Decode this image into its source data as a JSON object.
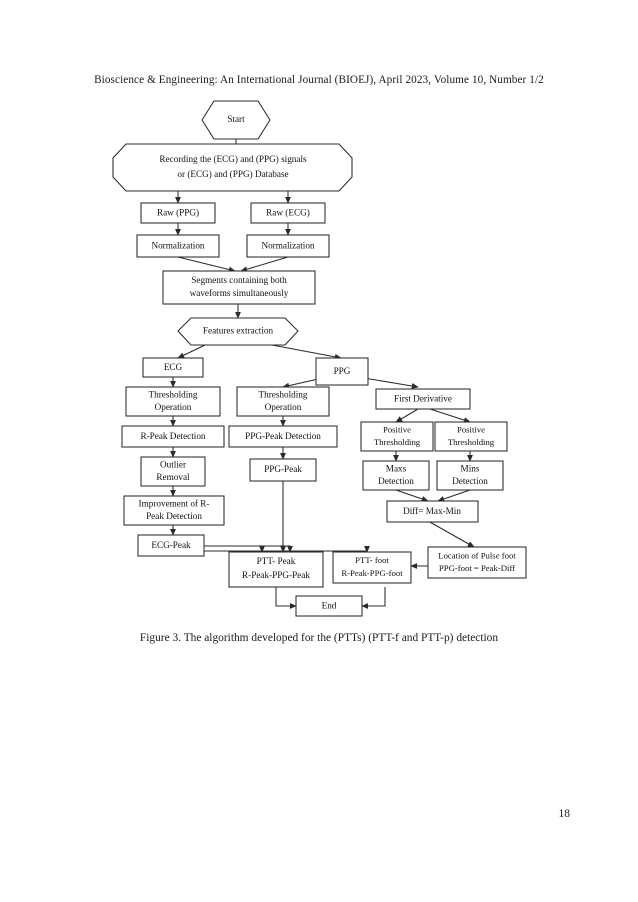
{
  "document": {
    "header": "Bioscience & Engineering: An International Journal (BIOEJ), April 2023, Volume 10, Number 1/2",
    "caption": "Figure 3.  The algorithm developed for the (PTTs) (PTT-f and PTT-p) detection",
    "page_number": "18"
  },
  "figure": {
    "title": "Algorithm developed for the PTTs (PTT-f and PTT-p) detection",
    "type": "flowchart",
    "nodes": [
      {
        "id": "start",
        "shape": "hexagon",
        "lines": [
          "Start"
        ]
      },
      {
        "id": "recording",
        "shape": "octagon",
        "lines": [
          "Recording the (ECG) and (PPG) signals",
          "or (ECG) and  (PPG) Database"
        ]
      },
      {
        "id": "raw_ppg",
        "shape": "rect",
        "lines": [
          "Raw (PPG)"
        ]
      },
      {
        "id": "raw_ecg",
        "shape": "rect",
        "lines": [
          "Raw (ECG)"
        ]
      },
      {
        "id": "norm_ppg",
        "shape": "rect",
        "lines": [
          "Normalization"
        ]
      },
      {
        "id": "norm_ecg",
        "shape": "rect",
        "lines": [
          "Normalization"
        ]
      },
      {
        "id": "segments",
        "shape": "rect",
        "lines": [
          "Segments containing both",
          "waveforms simultaneously"
        ]
      },
      {
        "id": "features",
        "shape": "hexagon",
        "lines": [
          "Features extraction"
        ]
      },
      {
        "id": "ecg",
        "shape": "rect",
        "lines": [
          "ECG"
        ]
      },
      {
        "id": "ppg",
        "shape": "rect",
        "lines": [
          "PPG"
        ]
      },
      {
        "id": "thresh_ecg",
        "shape": "rect",
        "lines": [
          "Thresholding",
          "Operation"
        ]
      },
      {
        "id": "rpeak_det",
        "shape": "rect",
        "lines": [
          "R-Peak Detection"
        ]
      },
      {
        "id": "outlier",
        "shape": "rect",
        "lines": [
          "Outlier",
          "Removal"
        ]
      },
      {
        "id": "improve_r",
        "shape": "rect",
        "lines": [
          "Improvement of R-",
          "Peak Detection"
        ]
      },
      {
        "id": "ecg_peak",
        "shape": "rect",
        "lines": [
          "ECG-Peak"
        ]
      },
      {
        "id": "thresh_ppg",
        "shape": "rect",
        "lines": [
          "Thresholding",
          "Operation"
        ]
      },
      {
        "id": "ppg_peak_det",
        "shape": "rect",
        "lines": [
          "PPG-Peak Detection"
        ]
      },
      {
        "id": "ppg_peak",
        "shape": "rect",
        "lines": [
          "PPG-Peak"
        ]
      },
      {
        "id": "first_deriv",
        "shape": "rect",
        "lines": [
          "First Derivative"
        ]
      },
      {
        "id": "pos_thresh_left",
        "shape": "rect",
        "lines": [
          "Positive",
          "Thresholding"
        ]
      },
      {
        "id": "pos_thresh_right",
        "shape": "rect",
        "lines": [
          "Positive",
          "Thresholding"
        ]
      },
      {
        "id": "maxs_det",
        "shape": "rect",
        "lines": [
          "Maxs",
          "Detection"
        ]
      },
      {
        "id": "mins_det",
        "shape": "rect",
        "lines": [
          "Mins",
          "Detection"
        ]
      },
      {
        "id": "diff",
        "shape": "rect",
        "lines": [
          "Diff= Max-Min"
        ]
      },
      {
        "id": "pulse_foot",
        "shape": "rect",
        "lines": [
          "Location of Pulse foot",
          "PPG-foot = Peak-Diff"
        ]
      },
      {
        "id": "ptt_peak",
        "shape": "rect",
        "lines": [
          "PTT- Peak",
          "R-Peak-PPG-Peak"
        ]
      },
      {
        "id": "ptt_foot",
        "shape": "rect",
        "lines": [
          "PTT- foot",
          "R-Peak-PPG-foot"
        ]
      },
      {
        "id": "end",
        "shape": "rect",
        "lines": [
          "End"
        ]
      }
    ],
    "edges": [
      {
        "from": "start",
        "to": "recording"
      },
      {
        "from": "recording",
        "to": "raw_ppg"
      },
      {
        "from": "recording",
        "to": "raw_ecg"
      },
      {
        "from": "raw_ppg",
        "to": "norm_ppg"
      },
      {
        "from": "raw_ecg",
        "to": "norm_ecg"
      },
      {
        "from": "norm_ppg",
        "to": "segments"
      },
      {
        "from": "norm_ecg",
        "to": "segments"
      },
      {
        "from": "segments",
        "to": "features"
      },
      {
        "from": "features",
        "to": "ecg"
      },
      {
        "from": "features",
        "to": "ppg"
      },
      {
        "from": "ecg",
        "to": "thresh_ecg"
      },
      {
        "from": "thresh_ecg",
        "to": "rpeak_det"
      },
      {
        "from": "rpeak_det",
        "to": "outlier"
      },
      {
        "from": "outlier",
        "to": "improve_r"
      },
      {
        "from": "improve_r",
        "to": "ecg_peak"
      },
      {
        "from": "ppg",
        "to": "thresh_ppg"
      },
      {
        "from": "ppg",
        "to": "first_deriv"
      },
      {
        "from": "thresh_ppg",
        "to": "ppg_peak_det"
      },
      {
        "from": "ppg_peak_det",
        "to": "ppg_peak"
      },
      {
        "from": "first_deriv",
        "to": "pos_thresh_left"
      },
      {
        "from": "first_deriv",
        "to": "pos_thresh_right"
      },
      {
        "from": "pos_thresh_left",
        "to": "maxs_det"
      },
      {
        "from": "pos_thresh_right",
        "to": "mins_det"
      },
      {
        "from": "maxs_det",
        "to": "diff"
      },
      {
        "from": "mins_det",
        "to": "diff"
      },
      {
        "from": "diff",
        "to": "pulse_foot"
      },
      {
        "from": "pulse_foot",
        "to": "ptt_foot"
      },
      {
        "from": "ecg_peak",
        "to": "ptt_peak"
      },
      {
        "from": "ecg_peak",
        "to": "ptt_foot"
      },
      {
        "from": "ppg_peak",
        "to": "ptt_peak"
      },
      {
        "from": "ppg_peak",
        "to": "ptt_foot"
      },
      {
        "from": "ptt_peak",
        "to": "end"
      },
      {
        "from": "ptt_foot",
        "to": "end"
      }
    ]
  }
}
